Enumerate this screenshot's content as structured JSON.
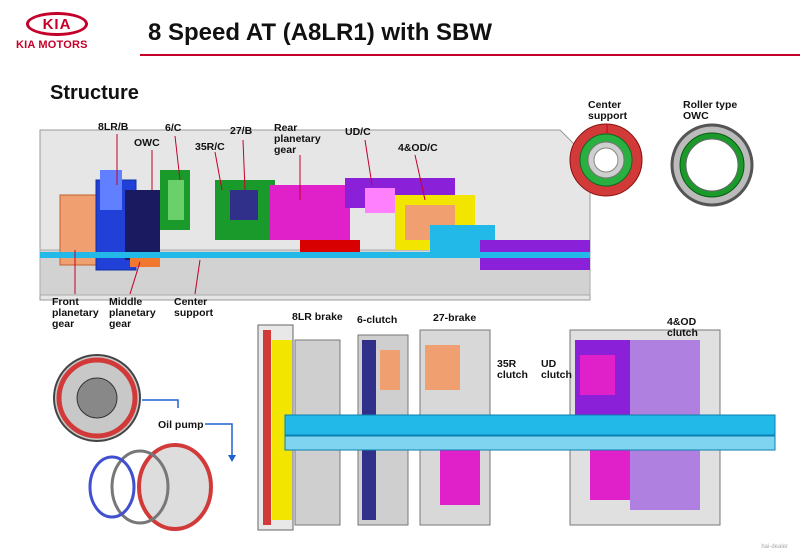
{
  "header": {
    "logo_mark": "KIA",
    "logo_text": "KIA MOTORS",
    "title": "8 Speed AT (A8LR1) with SBW"
  },
  "section": {
    "subtitle": "Structure"
  },
  "labels": {
    "b8lr": "8LR/B",
    "owc": "OWC",
    "c6": "6/C",
    "b27": "27/B",
    "c35r": "35R/C",
    "rear_planetary": "Rear\nplanetary\ngear",
    "udc": "UD/C",
    "odc": "4&OD/C",
    "center_support_top": "Center\nsupport",
    "roller_owc": "Roller type\nOWC",
    "front_planetary": "Front\nplanetary\ngear",
    "middle_planetary": "Middle\nplanetary\ngear",
    "center_support_bottom": "Center\nsupport",
    "lr8_brake": "8LR brake",
    "clutch6": "6-clutch",
    "brake27": "27-brake",
    "clutch35r": "35R\nclutch",
    "ud_clutch": "UD\nclutch",
    "od_clutch": "4&OD\nclutch",
    "oil_pump": "Oil pump"
  },
  "watermark": "hai-dealer",
  "colors": {
    "accent": "#c4002a",
    "shaft": "#22b8e8",
    "magenta": "#e020c8",
    "yellow": "#f2e600",
    "purple": "#8a20d8",
    "green": "#1a9a2a",
    "orange": "#f07830",
    "blue": "#1540d8"
  }
}
